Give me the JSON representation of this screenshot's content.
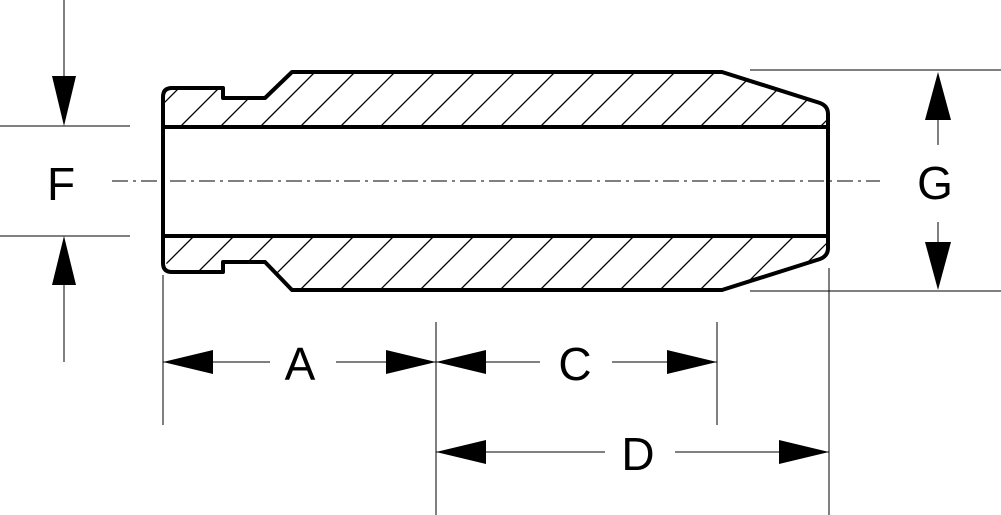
{
  "diagram": {
    "type": "technical drawing",
    "labels": {
      "A": "A",
      "C": "C",
      "D": "D",
      "F": "F",
      "G": "G"
    },
    "colors": {
      "stroke": "#000000",
      "background": "#ffffff"
    }
  }
}
